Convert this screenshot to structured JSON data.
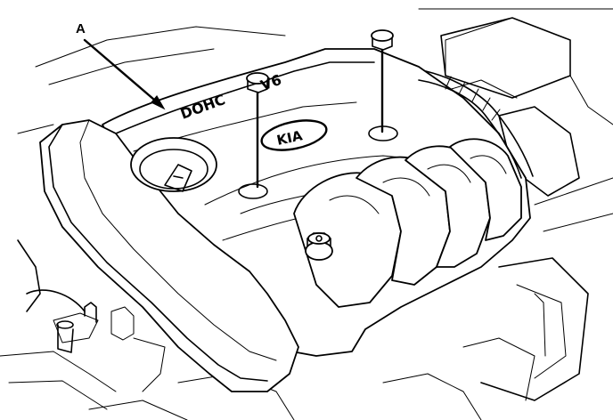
{
  "callout": {
    "label": "A"
  },
  "cover": {
    "engraving": "DOHC",
    "engraving_suffix": "V6",
    "emblem": "KIA"
  }
}
